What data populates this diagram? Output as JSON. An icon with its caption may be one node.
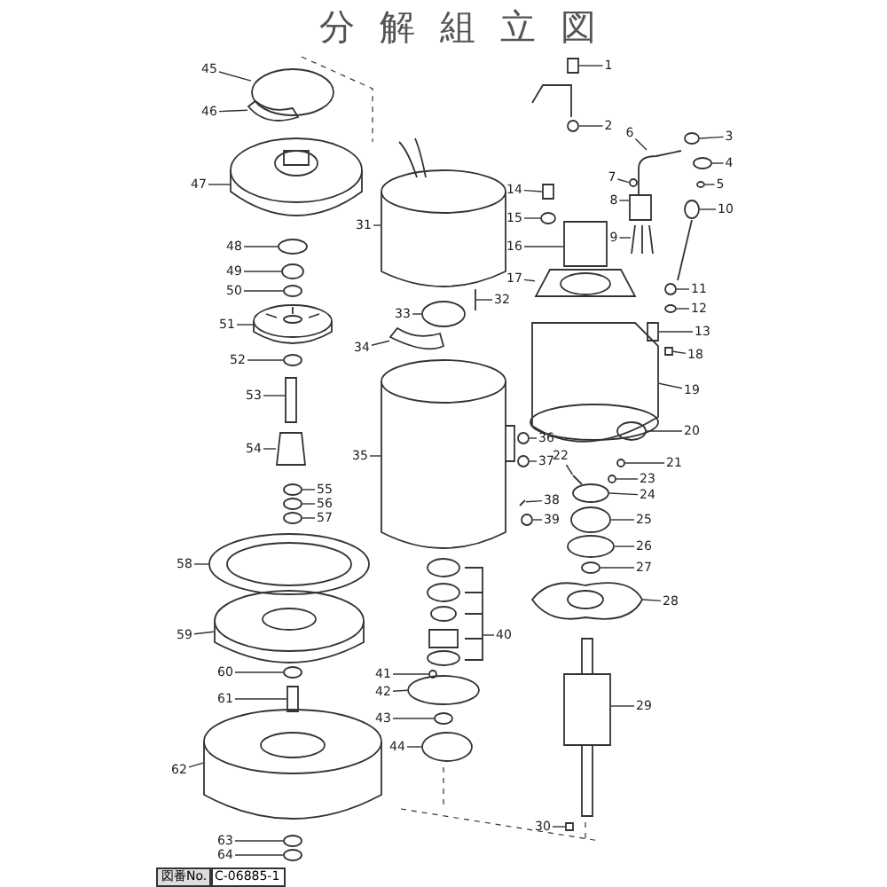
{
  "diagram": {
    "title": "分解組立図",
    "nodes": [
      {
        "text": [
          "1"
        ]
      },
      {
        "text": [
          "2"
        ]
      },
      {
        "text": [
          "3"
        ]
      },
      {
        "text": [
          "4"
        ]
      },
      {
        "text": [
          "5"
        ]
      },
      {
        "text": [
          "6"
        ]
      },
      {
        "text": [
          "7"
        ]
      },
      {
        "text": [
          "8"
        ]
      },
      {
        "text": [
          "9"
        ]
      },
      {
        "text": [
          "10"
        ]
      },
      {
        "text": [
          "11"
        ]
      },
      {
        "text": [
          "12"
        ]
      },
      {
        "text": [
          "13"
        ]
      },
      {
        "text": [
          "14"
        ]
      },
      {
        "text": [
          "15"
        ]
      },
      {
        "text": [
          "16"
        ]
      },
      {
        "text": [
          "17"
        ]
      },
      {
        "text": [
          "18"
        ]
      },
      {
        "text": [
          "19"
        ]
      },
      {
        "text": [
          "20"
        ]
      },
      {
        "text": [
          "21"
        ]
      },
      {
        "text": [
          "22"
        ]
      },
      {
        "text": [
          "23"
        ]
      },
      {
        "text": [
          "24"
        ]
      },
      {
        "text": [
          "25"
        ]
      },
      {
        "text": [
          "26"
        ]
      },
      {
        "text": [
          "27"
        ]
      },
      {
        "text": [
          "28"
        ]
      },
      {
        "text": [
          "29"
        ]
      },
      {
        "text": [
          "30"
        ]
      },
      {
        "text": [
          "31"
        ]
      },
      {
        "text": [
          "32"
        ]
      },
      {
        "text": [
          "33"
        ]
      },
      {
        "text": [
          "34"
        ]
      },
      {
        "text": [
          "35"
        ]
      },
      {
        "text": [
          "36"
        ]
      },
      {
        "text": [
          "37"
        ]
      },
      {
        "text": [
          "38"
        ]
      },
      {
        "text": [
          "39"
        ]
      },
      {
        "text": [
          "40"
        ]
      },
      {
        "text": [
          "41"
        ]
      },
      {
        "text": [
          "42"
        ]
      },
      {
        "text": [
          "43"
        ]
      },
      {
        "text": [
          "44"
        ]
      },
      {
        "text": [
          "45"
        ]
      },
      {
        "text": [
          "46"
        ]
      },
      {
        "text": [
          "47"
        ]
      },
      {
        "text": [
          "48"
        ]
      },
      {
        "text": [
          "49"
        ]
      },
      {
        "text": [
          "50"
        ]
      },
      {
        "text": [
          "51"
        ]
      },
      {
        "text": [
          "52"
        ]
      },
      {
        "text": [
          "53"
        ]
      },
      {
        "text": [
          "54"
        ]
      },
      {
        "text": [
          "55"
        ]
      },
      {
        "text": [
          "56"
        ]
      },
      {
        "text": [
          "57"
        ]
      },
      {
        "text": [
          "58"
        ]
      },
      {
        "text": [
          "59"
        ]
      },
      {
        "text": [
          "60"
        ]
      },
      {
        "text": [
          "61"
        ]
      },
      {
        "text": [
          "62"
        ]
      },
      {
        "text": [
          "63"
        ]
      },
      {
        "text": [
          "64"
        ]
      },
      {
        "text": [],
        "shape": "box"
      },
      {
        "text": [],
        "shape": "picture"
      },
      {
        "text": [],
        "shape": "circle"
      },
      {
        "text": [],
        "shape": "circle"
      },
      {
        "text": [],
        "shape": "circle"
      },
      {
        "text": [],
        "shape": "picture"
      },
      {
        "text": [],
        "shape": "circle"
      },
      {
        "text": [],
        "shape": "box"
      },
      {
        "text": [],
        "shape": "picture"
      },
      {
        "text": [],
        "shape": "picture"
      },
      {
        "text": [],
        "shape": "circle"
      },
      {
        "text": [],
        "shape": "circle"
      },
      {
        "text": [],
        "shape": "box"
      },
      {
        "text": [],
        "shape": "box"
      },
      {
        "text": [],
        "shape": "circle"
      },
      {
        "text": [],
        "shape": "box"
      },
      {
        "text": [],
        "shape": "picture"
      },
      {
        "text": [],
        "shape": "box"
      },
      {
        "text": [],
        "shape": "picture"
      },
      {
        "text": [],
        "shape": "circle"
      },
      {
        "text": [],
        "shape": "circle"
      },
      {
        "text": [],
        "shape": "picture"
      },
      {
        "text": [],
        "shape": "circle"
      },
      {
        "text": [],
        "shape": "circle"
      },
      {
        "text": [],
        "shape": "circle"
      },
      {
        "text": [],
        "shape": "circle"
      },
      {
        "text": [],
        "shape": "circle"
      },
      {
        "text": [],
        "shape": "picture"
      },
      {
        "text": [],
        "shape": "picture"
      },
      {
        "text": [],
        "shape": "box"
      },
      {
        "text": [],
        "shape": "picture"
      },
      {
        "text": [],
        "shape": "picture"
      },
      {
        "text": [],
        "shape": "circle"
      },
      {
        "text": [],
        "shape": "picture"
      },
      {
        "text": [],
        "shape": "picture"
      },
      {
        "text": [],
        "shape": "circle"
      },
      {
        "text": [],
        "shape": "circle"
      },
      {
        "text": [],
        "shape": "picture"
      },
      {
        "text": [],
        "shape": "circle"
      },
      {
        "text": [],
        "shape": "picture"
      },
      {
        "text": [],
        "shape": "circle"
      },
      {
        "text": [],
        "shape": "circle"
      },
      {
        "text": [],
        "shape": "circle"
      },
      {
        "text": [],
        "shape": "circle"
      },
      {
        "text": [],
        "shape": "circle"
      },
      {
        "text": [],
        "shape": "picture"
      },
      {
        "text": [],
        "shape": "picture"
      },
      {
        "text": [],
        "shape": "circle"
      },
      {
        "text": [],
        "shape": "circle"
      },
      {
        "text": [],
        "shape": "circle"
      },
      {
        "text": [],
        "shape": "picture"
      },
      {
        "text": [],
        "shape": "circle"
      },
      {
        "text": [],
        "shape": "box"
      },
      {
        "text": [],
        "shape": "box"
      },
      {
        "text": [],
        "shape": "circle"
      },
      {
        "text": [],
        "shape": "circle"
      },
      {
        "text": [],
        "shape": "circle"
      },
      {
        "text": [],
        "shape": "picture"
      },
      {
        "text": [],
        "shape": "picture"
      },
      {
        "text": [],
        "shape": "circle"
      },
      {
        "text": [],
        "shape": "box"
      },
      {
        "text": [],
        "shape": "picture"
      },
      {
        "text": [],
        "shape": "circle"
      },
      {
        "text": [],
        "shape": "circle"
      }
    ],
    "edges": [
      {
        "from": 0,
        "to": 64,
        "arrow": "none"
      },
      {
        "from": 1,
        "to": 65,
        "arrow": "none"
      },
      {
        "from": 2,
        "to": 66,
        "arrow": "none"
      },
      {
        "from": 3,
        "to": 67,
        "arrow": "none"
      },
      {
        "from": 4,
        "to": 68,
        "arrow": "none"
      },
      {
        "from": 5,
        "to": 69,
        "arrow": "none"
      },
      {
        "from": 6,
        "to": 70,
        "arrow": "none"
      },
      {
        "from": 7,
        "to": 71,
        "arrow": "none"
      },
      {
        "from": 8,
        "to": 72,
        "arrow": "none"
      },
      {
        "from": 9,
        "to": 73,
        "arrow": "none"
      },
      {
        "from": 10,
        "to": 74,
        "arrow": "none"
      },
      {
        "from": 11,
        "to": 75,
        "arrow": "none"
      },
      {
        "from": 12,
        "to": 76,
        "arrow": "none"
      },
      {
        "from": 13,
        "to": 77,
        "arrow": "none"
      },
      {
        "from": 14,
        "to": 78,
        "arrow": "none"
      },
      {
        "from": 15,
        "to": 79,
        "arrow": "none"
      },
      {
        "from": 16,
        "to": 80,
        "arrow": "none"
      },
      {
        "from": 17,
        "to": 81,
        "arrow": "none"
      },
      {
        "from": 18,
        "to": 82,
        "arrow": "none"
      },
      {
        "from": 19,
        "to": 83,
        "arrow": "none"
      },
      {
        "from": 20,
        "to": 84,
        "arrow": "none"
      },
      {
        "from": 21,
        "to": 85,
        "arrow": "none"
      },
      {
        "from": 22,
        "to": 86,
        "arrow": "none"
      },
      {
        "from": 23,
        "to": 87,
        "arrow": "none"
      },
      {
        "from": 24,
        "to": 88,
        "arrow": "none"
      },
      {
        "from": 25,
        "to": 89,
        "arrow": "none"
      },
      {
        "from": 26,
        "to": 90,
        "arrow": "none"
      },
      {
        "from": 27,
        "to": 91,
        "arrow": "none"
      },
      {
        "from": 28,
        "to": 92,
        "arrow": "none"
      },
      {
        "from": 29,
        "to": 93,
        "arrow": "none"
      },
      {
        "from": 30,
        "to": 94,
        "arrow": "none"
      },
      {
        "from": 31,
        "to": 95,
        "arrow": "none"
      },
      {
        "from": 32,
        "to": 96,
        "arrow": "none"
      },
      {
        "from": 33,
        "to": 97,
        "arrow": "none"
      },
      {
        "from": 34,
        "to": 98,
        "arrow": "none"
      },
      {
        "from": 35,
        "to": 99,
        "arrow": "none"
      },
      {
        "from": 36,
        "to": 100,
        "arrow": "none"
      },
      {
        "from": 37,
        "to": 101,
        "arrow": "none"
      },
      {
        "from": 38,
        "to": 102,
        "arrow": "none"
      },
      {
        "from": 39,
        "to": 103,
        "arrow": "none"
      },
      {
        "from": 40,
        "to": 104,
        "arrow": "none"
      },
      {
        "from": 41,
        "to": 105,
        "arrow": "none"
      },
      {
        "from": 42,
        "to": 106,
        "arrow": "none"
      },
      {
        "from": 43,
        "to": 107,
        "arrow": "none"
      },
      {
        "from": 44,
        "to": 108,
        "arrow": "none"
      },
      {
        "from": 45,
        "to": 109,
        "arrow": "none"
      },
      {
        "from": 46,
        "to": 110,
        "arrow": "none"
      },
      {
        "from": 47,
        "to": 111,
        "arrow": "none"
      },
      {
        "from": 48,
        "to": 112,
        "arrow": "none"
      },
      {
        "from": 49,
        "to": 113,
        "arrow": "none"
      },
      {
        "from": 50,
        "to": 114,
        "arrow": "none"
      },
      {
        "from": 51,
        "to": 115,
        "arrow": "none"
      },
      {
        "from": 52,
        "to": 116,
        "arrow": "none"
      },
      {
        "from": 53,
        "to": 117,
        "arrow": "none"
      },
      {
        "from": 54,
        "to": 118,
        "arrow": "none"
      },
      {
        "from": 55,
        "to": 119,
        "arrow": "none"
      },
      {
        "from": 56,
        "to": 120,
        "arrow": "none"
      },
      {
        "from": 57,
        "to": 121,
        "arrow": "none"
      },
      {
        "from": 58,
        "to": 122,
        "arrow": "none"
      },
      {
        "from": 59,
        "to": 123,
        "arrow": "none"
      },
      {
        "from": 60,
        "to": 124,
        "arrow": "none"
      },
      {
        "from": 61,
        "to": 125,
        "arrow": "none"
      },
      {
        "from": 62,
        "to": 126,
        "arrow": "none"
      },
      {
        "from": 63,
        "to": 127,
        "arrow": "none"
      }
    ],
    "labels": [
      "図番No.",
      "C-06885-1"
    ]
  }
}
